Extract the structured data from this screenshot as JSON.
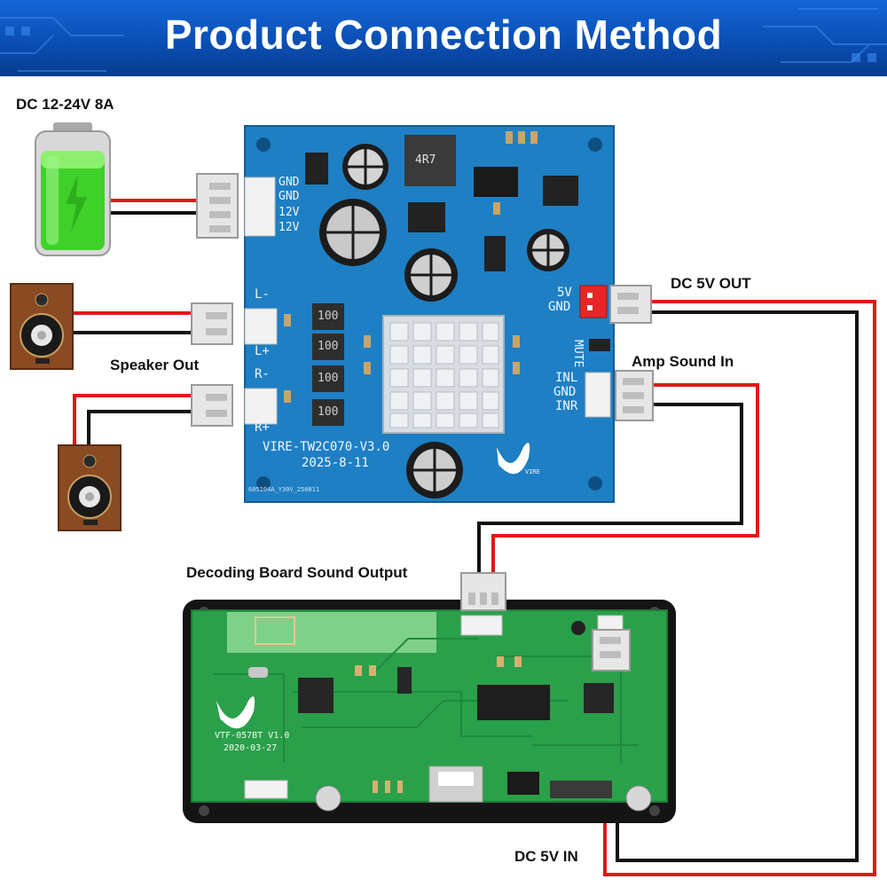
{
  "title": "Product Connection Method",
  "labels": {
    "power": "DC 12-24V 8A",
    "speaker_out": "Speaker Out",
    "dc5v_out": "DC 5V OUT",
    "amp_sound_in": "Amp Sound In",
    "decoding_output": "Decoding Board Sound Output",
    "dc5v_in": "DC 5V IN"
  },
  "amp_board": {
    "power_pins": [
      "GND",
      "GND",
      "12V",
      "12V"
    ],
    "spk_left": [
      "L-",
      "L+"
    ],
    "spk_right": [
      "R-",
      "R+"
    ],
    "out_pins": [
      "5V",
      "GND"
    ],
    "mute": "MUTE",
    "in_pins": [
      "INL",
      "GND",
      "INR"
    ],
    "model": "VIRE-TW2C070-V3.0",
    "date": "2025-8-11",
    "inductor": "4R7",
    "choke": "100",
    "serial": "605104A_Y30V_250811",
    "brand": "VIRE"
  },
  "decoder_board": {
    "model": "VTF-057BT V1.0",
    "date": "2020-03-27"
  },
  "colors": {
    "banner": "#0a4fb4",
    "amp_pcb": "#1e7fc4",
    "decoder_pcb": "#2aa04a",
    "wire_red": "#e01818",
    "wire_black": "#111111"
  }
}
